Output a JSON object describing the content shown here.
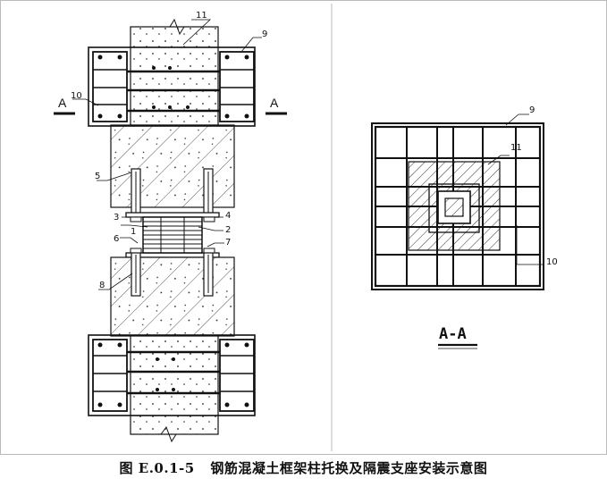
{
  "labels": {
    "n1": "1",
    "n2": "2",
    "n3": "3",
    "n4": "4",
    "n5": "5",
    "n6": "6",
    "n7": "7",
    "n8": "8",
    "n9": "9",
    "n10": "10",
    "n11": "11",
    "section_left": "A",
    "section_right": "A",
    "r_n9": "9",
    "r_n10": "10",
    "r_n11": "11",
    "section_title": "A-A"
  },
  "caption": {
    "number": "图 E.0.1-5",
    "text": "钢筋混凝土框架柱托换及隔震支座安装示意图"
  }
}
